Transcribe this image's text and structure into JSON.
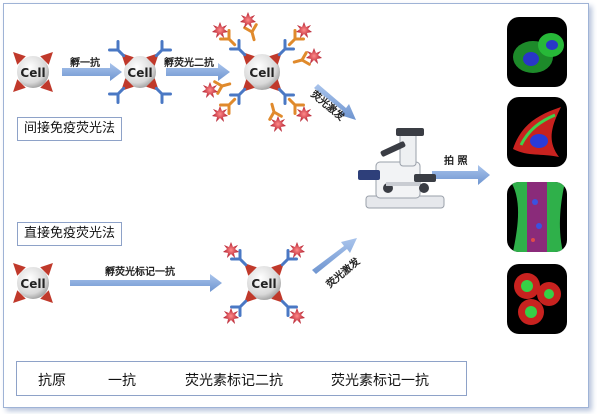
{
  "sections": {
    "indirect_label": "间接免疫荧光法",
    "direct_label": "直接免疫荧光法"
  },
  "steps": {
    "incubate_primary": "孵一抗",
    "incubate_secondary": "孵荧光二抗",
    "incubate_labeled_primary": "孵荧光标记一抗",
    "fluorescence_excitation_top": "荧光激发",
    "fluorescence_excitation_bottom": "荧光激发",
    "photograph": "拍  照"
  },
  "cell_label": "Cell",
  "legend": {
    "antigen": "抗原",
    "primary_antibody": "一抗",
    "labeled_secondary": "荧光素标记二抗",
    "labeled_primary": "荧光素标记一抗"
  },
  "colors": {
    "arrow": "#7fa3d9",
    "antigen": "#c0392b",
    "primary": "#4a78c4",
    "secondary": "#e08a2c",
    "fluor": "#c0283a"
  }
}
